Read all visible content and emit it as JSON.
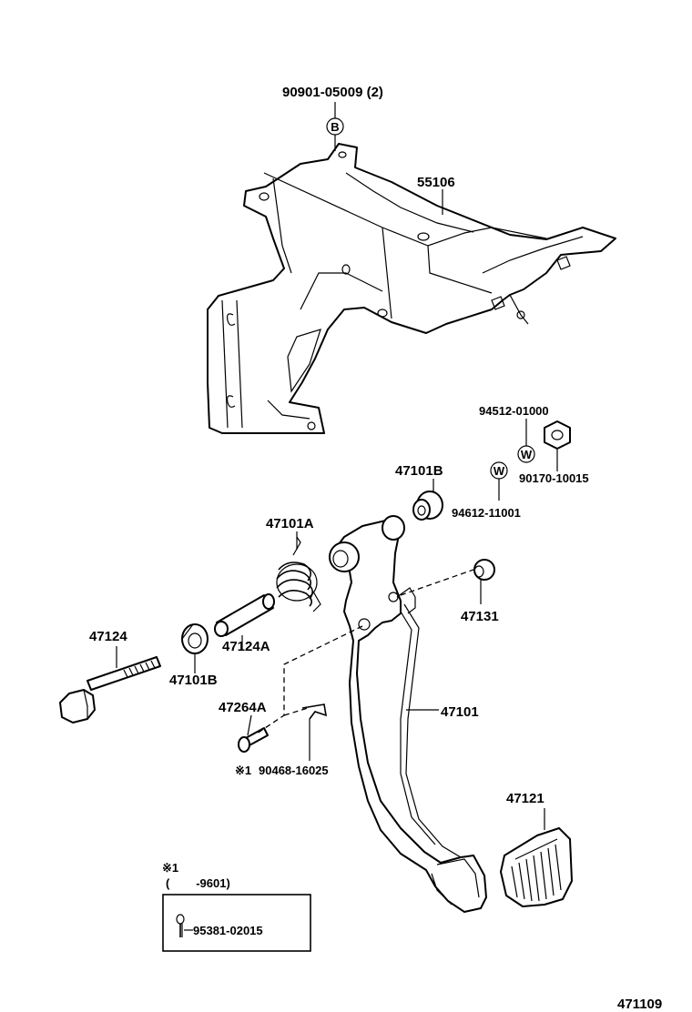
{
  "labels": {
    "bolt_b": "90901-05009 (2)",
    "bracket": "55106",
    "washer_w1": "94512-01000",
    "nut": "90170-10015",
    "bushing_top": "47101B",
    "washer_w2": "94612-11001",
    "spring": "47101A",
    "pin_47131": "47131",
    "bolt": "47124",
    "collar": "47124A",
    "bushing_left": "47101B",
    "clevis_pin": "47264A",
    "clip": "90468-16025",
    "clip_mark": "※1",
    "pedal_arm": "47101",
    "pedal_pad": "47121",
    "note_mark": "※1",
    "note_range": "(        -9601)",
    "cotter_pin": "95381-02015",
    "figure_number": "471109"
  },
  "markers": {
    "b": "B",
    "w": "W"
  }
}
